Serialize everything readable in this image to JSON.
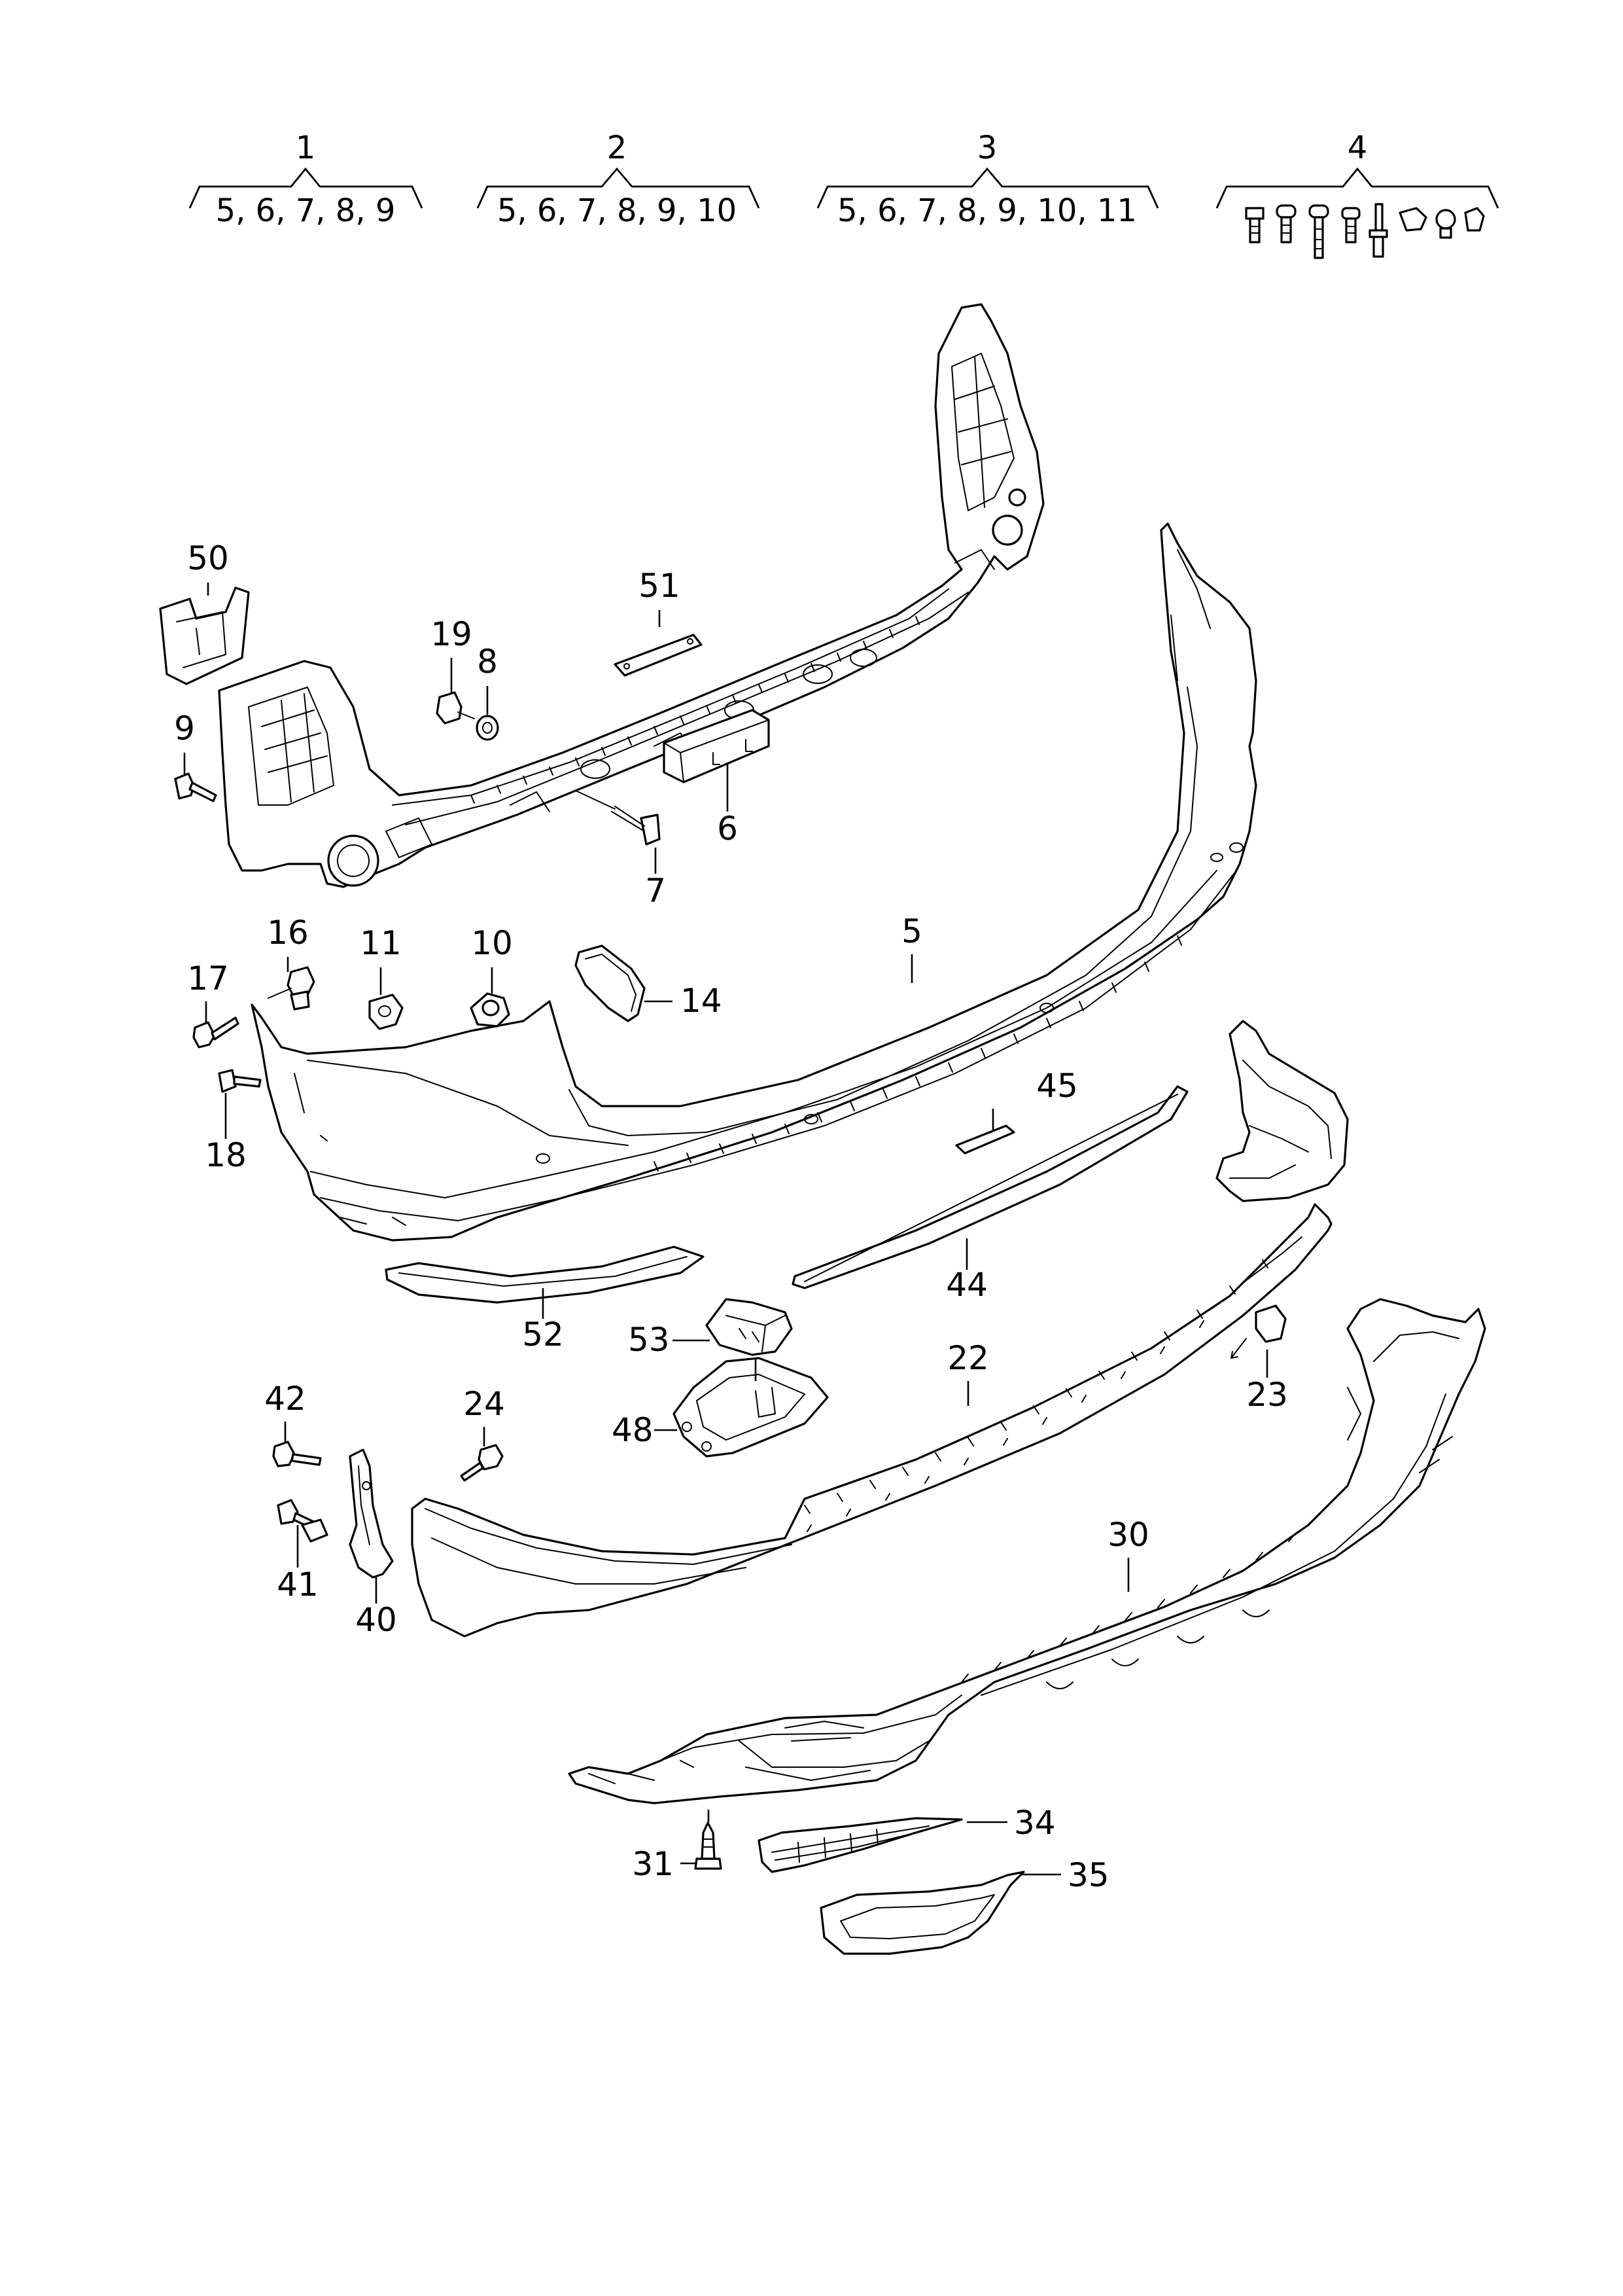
{
  "kits": [
    {
      "number": "1",
      "contents": "5, 6, 7, 8, 9"
    },
    {
      "number": "2",
      "contents": "5, 6, 7, 8, 9, 10"
    },
    {
      "number": "3",
      "contents": "5, 6, 7, 8, 9, 10, 11"
    },
    {
      "number": "4",
      "contents": ""
    }
  ],
  "callouts": {
    "p5": "5",
    "p6": "6",
    "p7": "7",
    "p8": "8",
    "p9": "9",
    "p10": "10",
    "p11": "11",
    "p14": "14",
    "p16": "16",
    "p17": "17",
    "p18": "18",
    "p19": "19",
    "p22": "22",
    "p23": "23",
    "p24": "24",
    "p30": "30",
    "p31": "31",
    "p34": "34",
    "p35": "35",
    "p40": "40",
    "p41": "41",
    "p42": "42",
    "p44": "44",
    "p45": "45",
    "p48": "48",
    "p50": "50",
    "p51": "51",
    "p52": "52",
    "p53": "53"
  }
}
